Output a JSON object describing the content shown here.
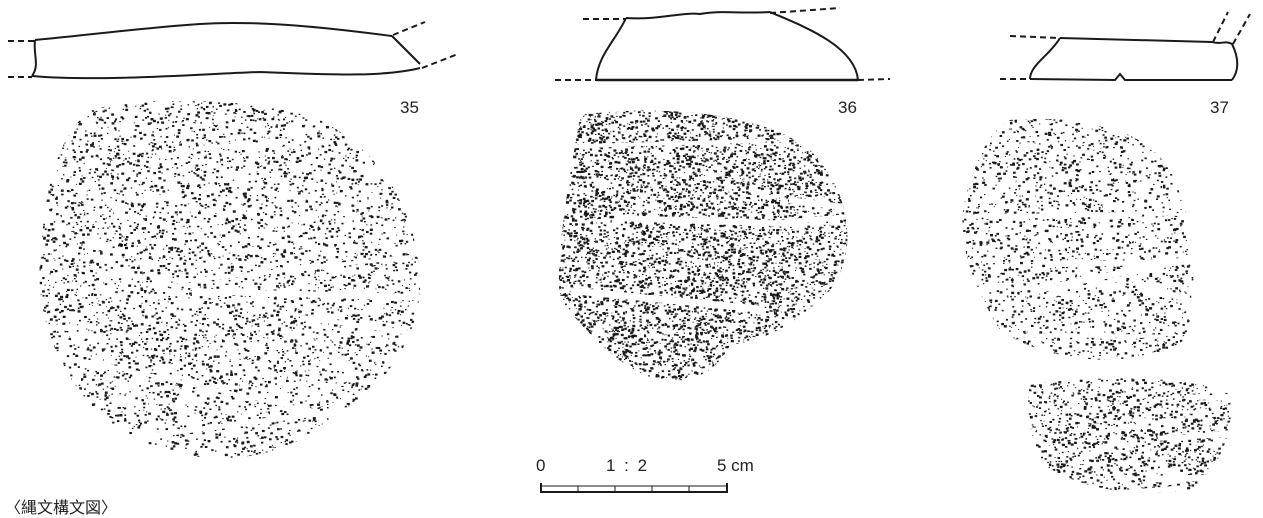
{
  "artifacts": [
    {
      "number": "35"
    },
    {
      "number": "36"
    },
    {
      "number": "37"
    }
  ],
  "scale": {
    "zero_label": "0",
    "ratio_label": "1 : 2",
    "end_label": "5 cm"
  },
  "caption": "〈縄文構文図〉",
  "colors": {
    "ink": "#1a1a1a",
    "paper": "#ffffff"
  }
}
